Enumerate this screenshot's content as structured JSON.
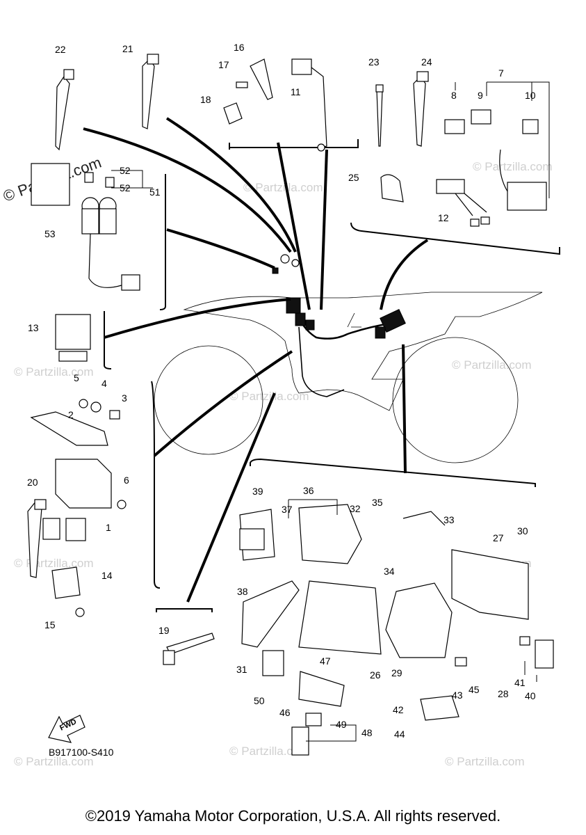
{
  "diagram": {
    "callouts": [
      "1",
      "2",
      "3",
      "4",
      "5",
      "6",
      "7",
      "8",
      "9",
      "10",
      "11",
      "12",
      "13",
      "14",
      "15",
      "16",
      "17",
      "18",
      "19",
      "20",
      "21",
      "22",
      "23",
      "24",
      "25",
      "26",
      "27",
      "28",
      "29",
      "30",
      "31",
      "32",
      "33",
      "34",
      "35",
      "36",
      "37",
      "38",
      "39",
      "40",
      "41",
      "42",
      "43",
      "44",
      "45",
      "46",
      "47",
      "48",
      "49",
      "50",
      "51",
      "52",
      "52",
      "53"
    ],
    "fwd_label": "FWD",
    "diagram_code": "B917100-S410",
    "watermark": "© Partzilla.com",
    "watermark_small": "© Partzilla.com",
    "copyright": "©2019 Yamaha Motor Corporation, U.S.A. All rights reserved."
  }
}
